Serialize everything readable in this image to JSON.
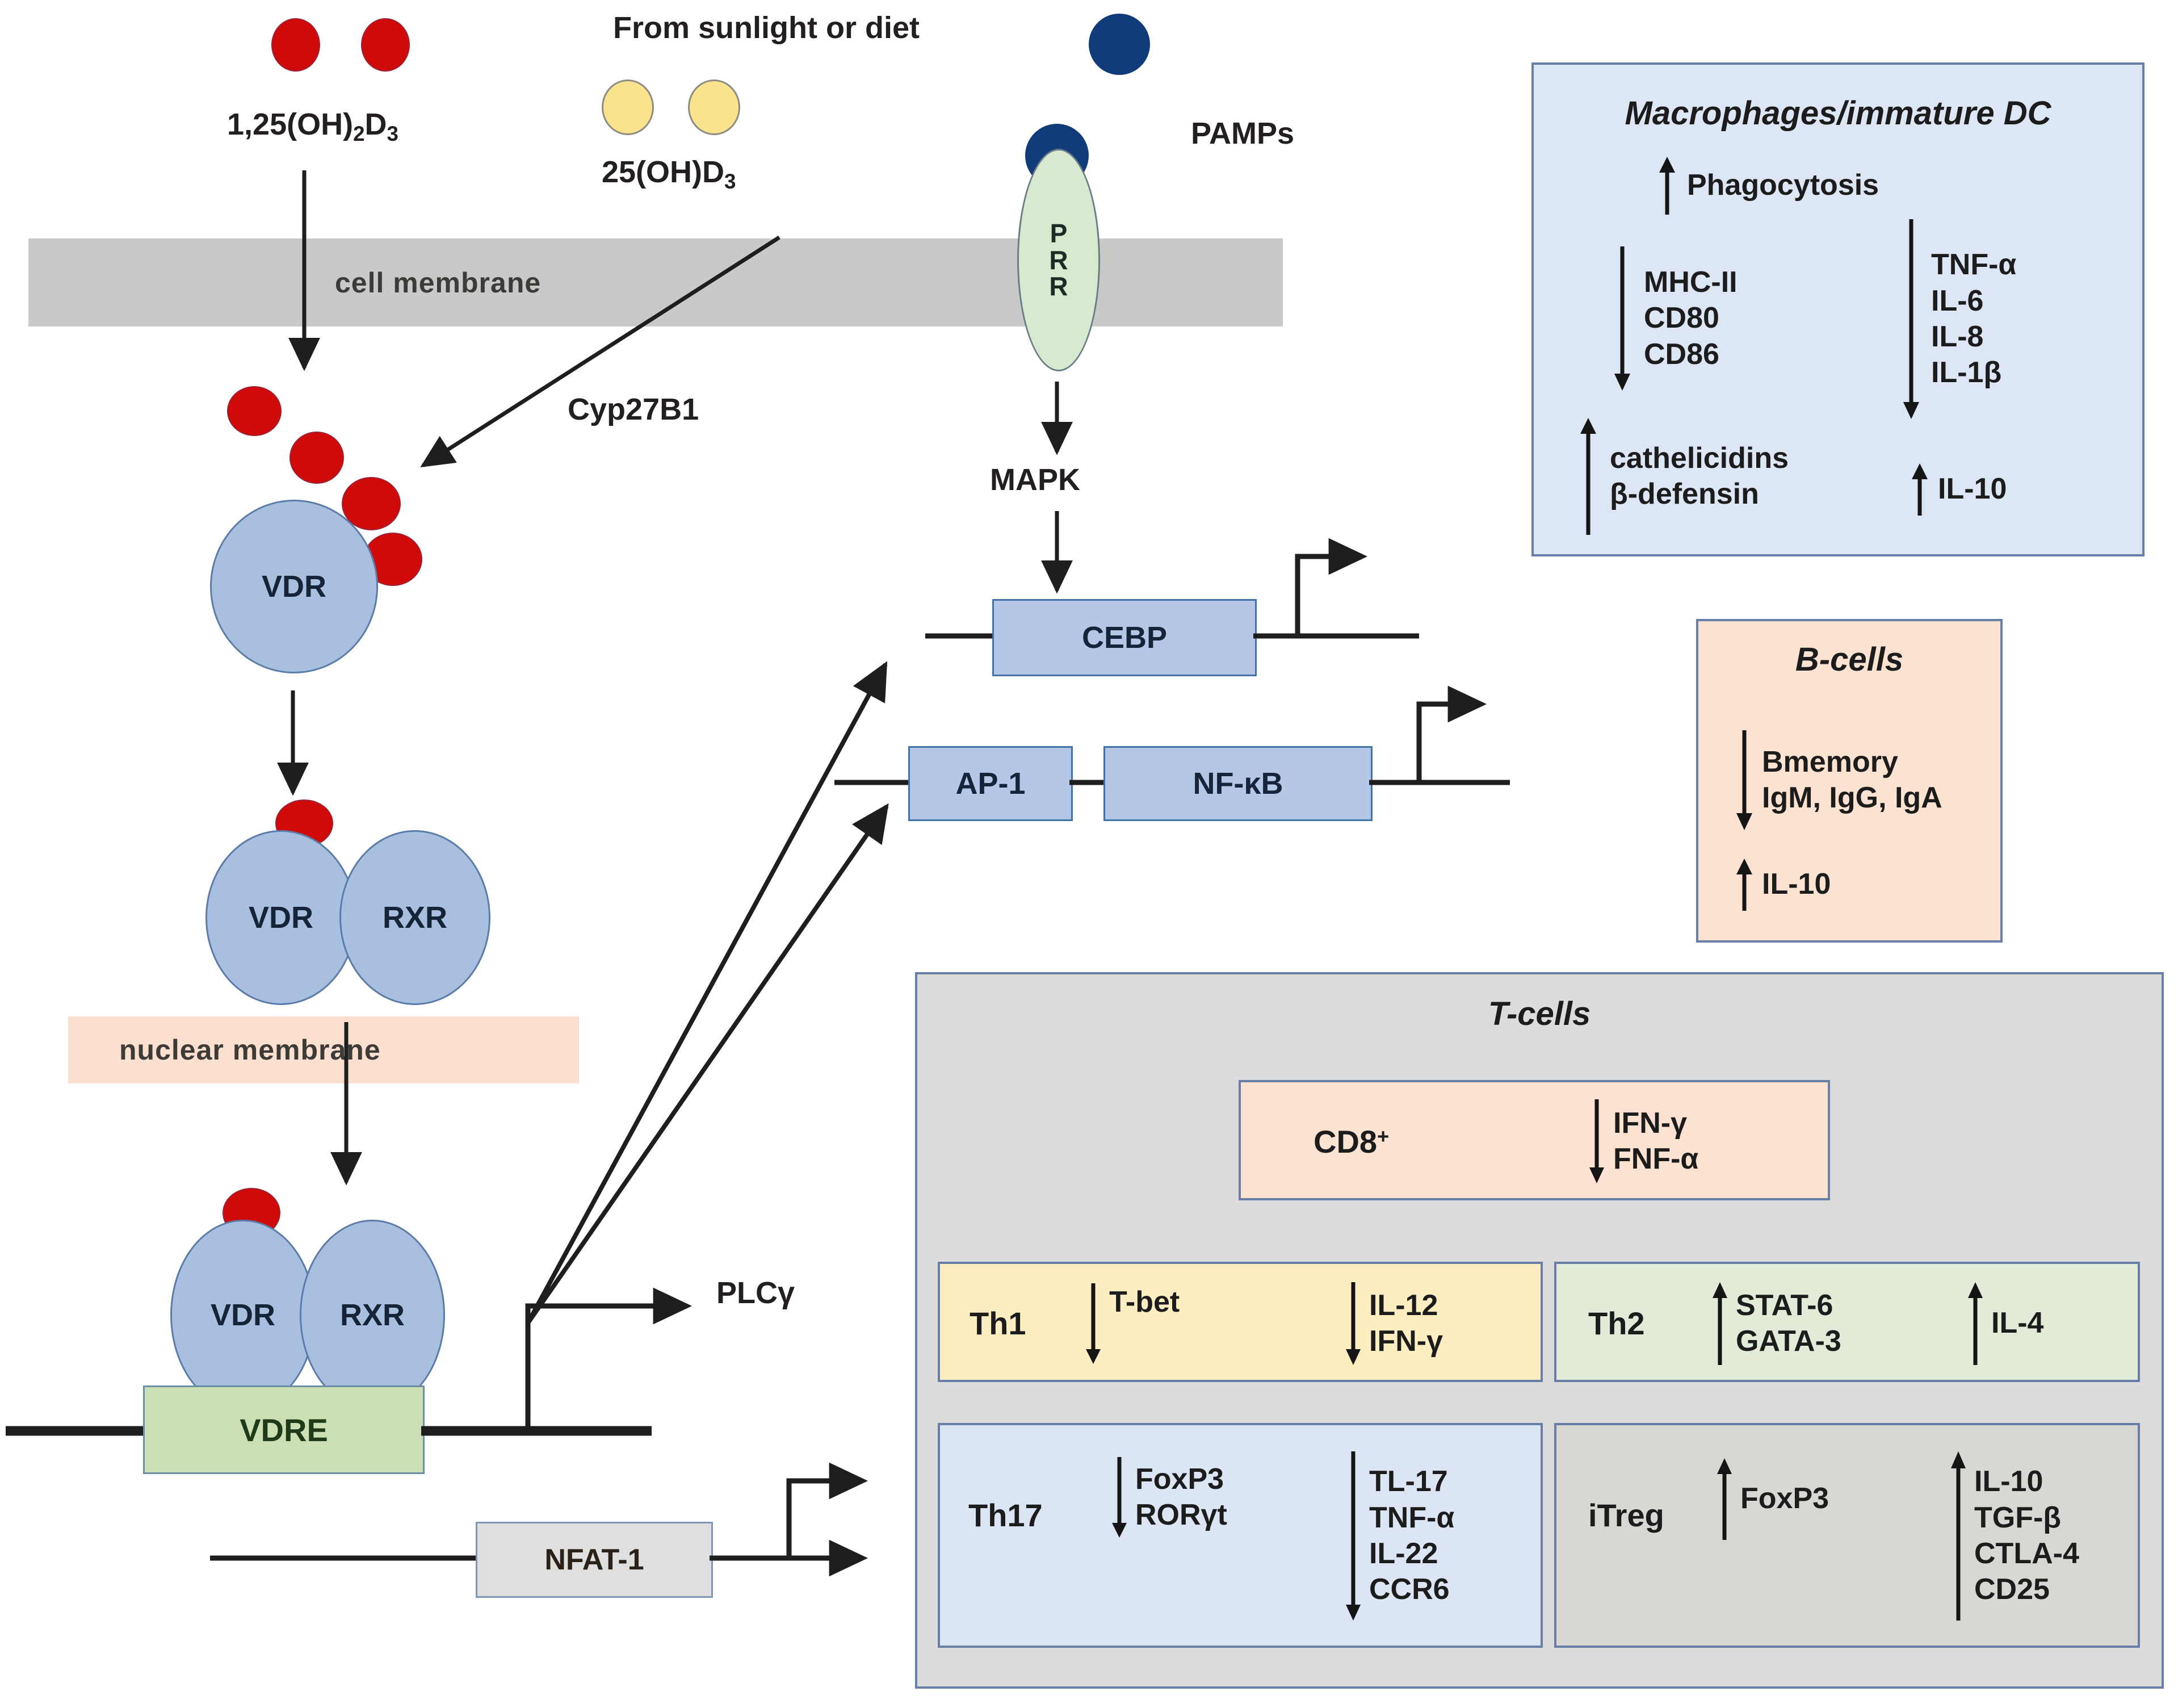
{
  "figure": {
    "title": "Vitamin D signalling and immune cell modulation",
    "colors": {
      "cell_membrane": "#c9c9c9",
      "nuclear_membrane": "#fbe0d0",
      "vdr_oval": "#a8bfe0",
      "prr": "#d7ead0",
      "vdre": "#ccdfb4",
      "gene_box": "#b4c7e7",
      "macrophage_panel": "#dce6f4",
      "bcell_panel": "#fbe2d1",
      "tcell_panel": "#dcdcdc",
      "cd8_panel": "#fbe2d1",
      "th1_panel": "#fdeec2",
      "th2_panel": "#e2ebd8",
      "th17_panel": "#dbe5f4",
      "itreg_panel": "#d9d7d4",
      "ligand_red": "#cf0a09",
      "ligand_yellow": "#fbe38e",
      "pamp_navy": "#123b7a",
      "panel_border": "#6a7fa8"
    }
  },
  "pathway": {
    "ligand_active": {
      "name": "1,25(OH)",
      "sub1": "2",
      "name2": "D",
      "sub2": "3"
    },
    "ligand_precursor": {
      "name": "25(OH)D",
      "sub": "3"
    },
    "precursor_source": "From sunlight or diet",
    "enzyme": "Cyp27B1",
    "pamps": "PAMPs",
    "receptor": {
      "letters": [
        "P",
        "R",
        "R"
      ]
    },
    "kinase": "MAPK",
    "cell_membrane_label": "cell   membrane",
    "nuclear_membrane_label": "nuclear   membrane",
    "vdr": "VDR",
    "rxr": "RXR",
    "vdre": "VDRE",
    "plc": "PLCγ",
    "gene_boxes": {
      "cebp": "CEBP",
      "ap1": "AP-1",
      "nfkb": "NF-κB",
      "nfat": "NFAT-1"
    }
  },
  "panels": {
    "macrophages": {
      "title": "Macrophages/immature DC",
      "groups": [
        {
          "direction": "up",
          "items": [
            "Phagocytosis"
          ]
        },
        {
          "direction": "down",
          "items": [
            "MHC-II",
            "CD80",
            "CD86"
          ]
        },
        {
          "direction": "down",
          "items": [
            "TNF-α",
            "IL-6",
            "IL-8",
            "IL-1β"
          ]
        },
        {
          "direction": "up",
          "items": [
            "cathelicidins",
            "β-defensin"
          ]
        },
        {
          "direction": "up",
          "items": [
            "IL-10"
          ]
        }
      ]
    },
    "bcells": {
      "title": "B-cells",
      "groups": [
        {
          "direction": "down",
          "items": [
            "Bmemory",
            "IgM, IgG, IgA"
          ]
        },
        {
          "direction": "up",
          "items": [
            "IL-10"
          ]
        }
      ]
    },
    "tcells": {
      "title": "T-cells",
      "subsets": [
        {
          "name": "CD8",
          "superscript": "+",
          "groups": [
            {
              "direction": "down",
              "items": [
                "IFN-γ",
                "FNF-α"
              ]
            }
          ]
        },
        {
          "name": "Th1",
          "superscript": "",
          "groups": [
            {
              "direction": "down",
              "items": [
                "T-bet"
              ]
            },
            {
              "direction": "down",
              "items": [
                "IL-12",
                "IFN-γ"
              ]
            }
          ]
        },
        {
          "name": "Th2",
          "superscript": "",
          "groups": [
            {
              "direction": "up",
              "items": [
                "STAT-6",
                "GATA-3"
              ]
            },
            {
              "direction": "up",
              "items": [
                "IL-4"
              ]
            }
          ]
        },
        {
          "name": "Th17",
          "superscript": "",
          "groups": [
            {
              "direction": "down",
              "items": [
                "FoxP3",
                "RORγt"
              ]
            },
            {
              "direction": "down",
              "items": [
                "TL-17",
                "TNF-α",
                "IL-22",
                "CCR6"
              ]
            }
          ]
        },
        {
          "name": "iTreg",
          "superscript": "",
          "groups": [
            {
              "direction": "up",
              "items": [
                "FoxP3"
              ]
            },
            {
              "direction": "up",
              "items": [
                "IL-10",
                "TGF-β",
                "CTLA-4",
                "CD25"
              ]
            }
          ]
        }
      ]
    }
  }
}
